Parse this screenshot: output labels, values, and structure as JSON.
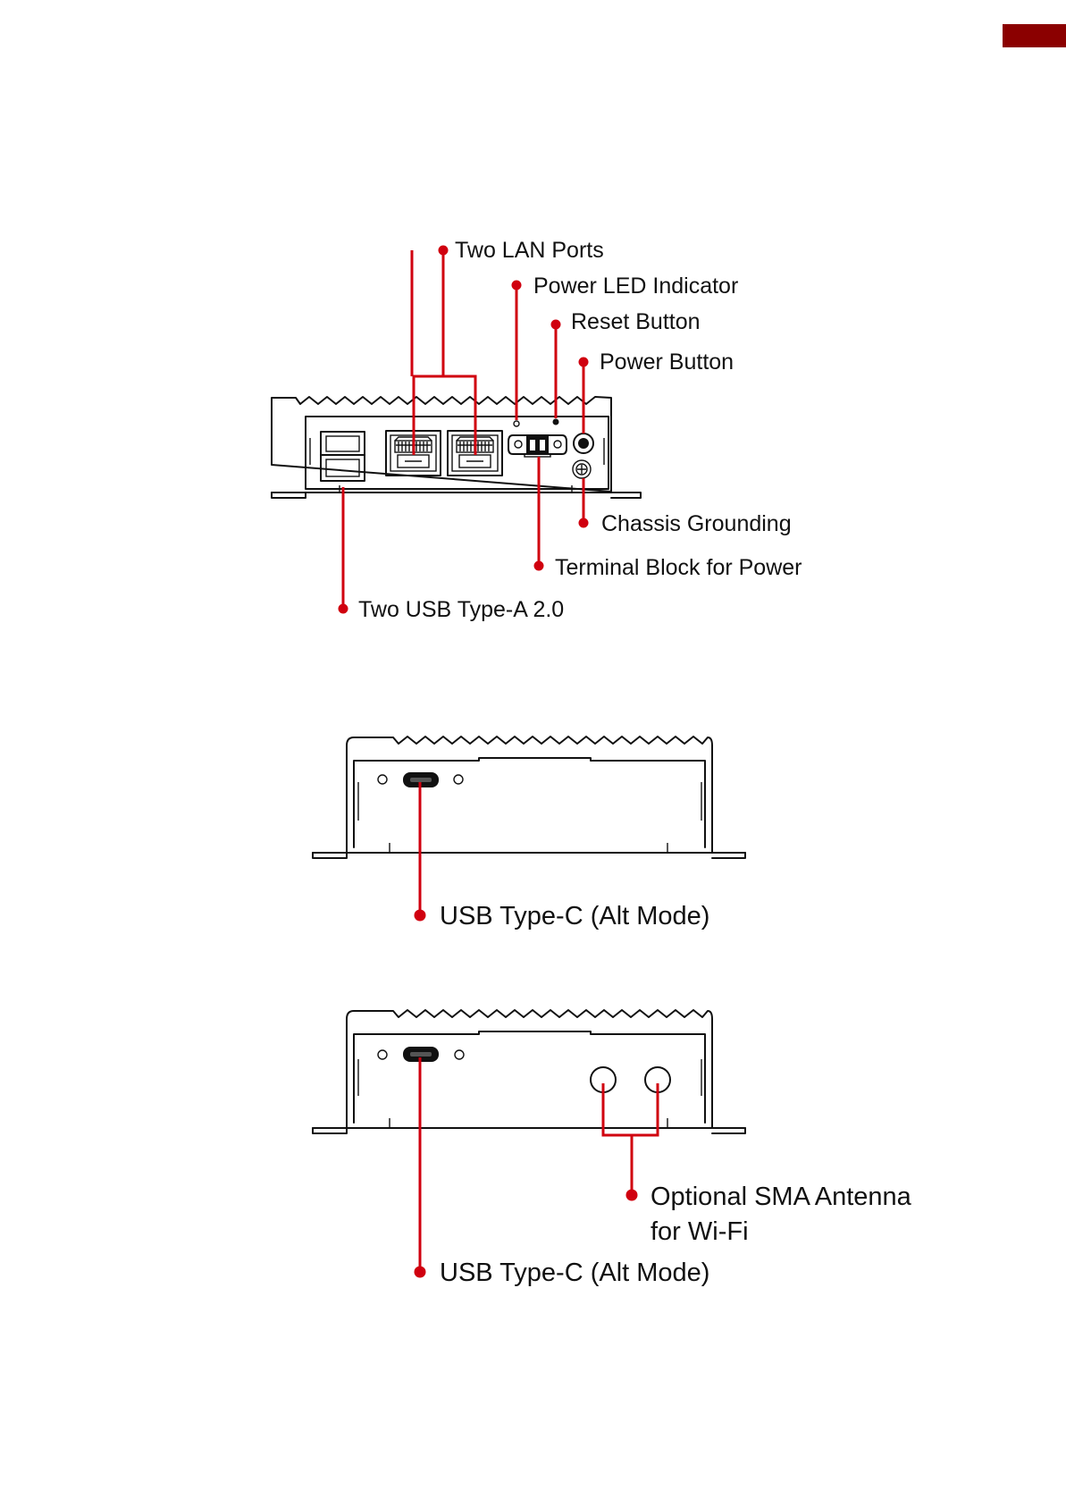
{
  "page": {
    "accent_color": "#8b0000",
    "callout_color": "#d0000f"
  },
  "front_panel": {
    "labels": {
      "lan": "Two LAN Ports",
      "power_led": "Power LED Indicator",
      "reset": "Reset Button",
      "power_button": "Power Button",
      "chassis_ground": "Chassis Grounding",
      "terminal_block": "Terminal Block for Power",
      "usb_a": "Two USB Type-A 2.0"
    }
  },
  "rear_panel_basic": {
    "labels": {
      "usb_c": "USB Type-C (Alt Mode)"
    }
  },
  "rear_panel_wifi": {
    "labels": {
      "sma_line1": "Optional SMA Antenna",
      "sma_line2": "for Wi-Fi",
      "usb_c": "USB Type-C (Alt Mode)"
    }
  }
}
